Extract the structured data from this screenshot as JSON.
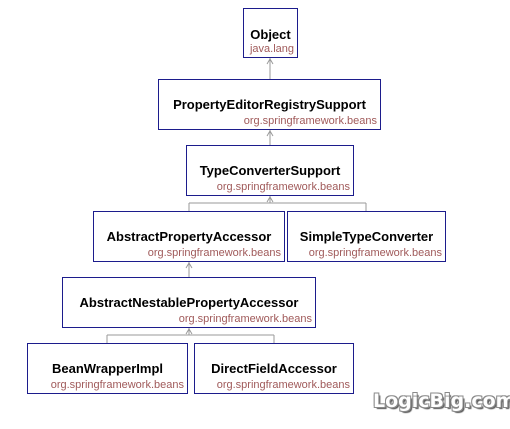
{
  "diagram": {
    "nodes": {
      "object": {
        "name": "Object",
        "package": "java.lang"
      },
      "property_editor_registry_support": {
        "name": "PropertyEditorRegistrySupport",
        "package": "org.springframework.beans"
      },
      "type_converter_support": {
        "name": "TypeConverterSupport",
        "package": "org.springframework.beans"
      },
      "abstract_property_accessor": {
        "name": "AbstractPropertyAccessor",
        "package": "org.springframework.beans"
      },
      "simple_type_converter": {
        "name": "SimpleTypeConverter",
        "package": "org.springframework.beans"
      },
      "abstract_nestable_property_accessor": {
        "name": "AbstractNestablePropertyAccessor",
        "package": "org.springframework.beans"
      },
      "bean_wrapper_impl": {
        "name": "BeanWrapperImpl",
        "package": "org.springframework.beans"
      },
      "direct_field_accessor": {
        "name": "DirectFieldAccessor",
        "package": "org.springframework.beans"
      }
    },
    "edges": [
      {
        "from": "property_editor_registry_support",
        "to": "object"
      },
      {
        "from": "type_converter_support",
        "to": "property_editor_registry_support"
      },
      {
        "from": "abstract_property_accessor",
        "to": "type_converter_support"
      },
      {
        "from": "simple_type_converter",
        "to": "type_converter_support"
      },
      {
        "from": "abstract_nestable_property_accessor",
        "to": "abstract_property_accessor"
      },
      {
        "from": "bean_wrapper_impl",
        "to": "abstract_nestable_property_accessor"
      },
      {
        "from": "direct_field_accessor",
        "to": "abstract_nestable_property_accessor"
      }
    ],
    "colors": {
      "border": "#1c1c8c",
      "class_name": "#000000",
      "package_name": "#a05a5a",
      "edge": "#9a9a9a"
    }
  },
  "watermark": {
    "text": "LogicBig.com"
  }
}
